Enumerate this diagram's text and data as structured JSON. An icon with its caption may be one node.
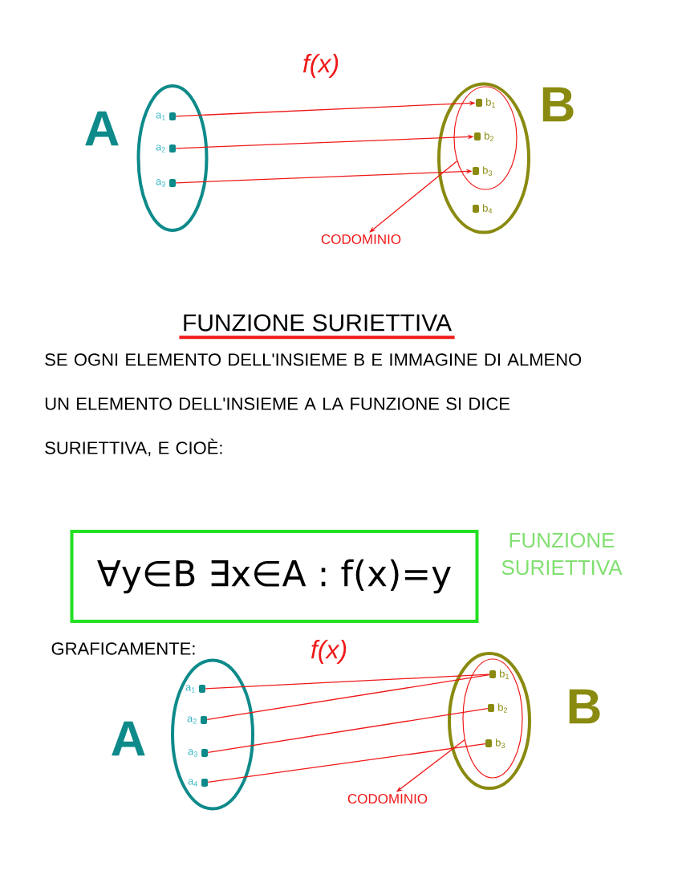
{
  "diagram": {
    "title": "FUNZIONE SURIETTIVA",
    "nodes": [
      {
        "text": [
          "A"
        ]
      },
      {
        "text": [
          "a$_{1}$"
        ],
        "in": 0
      },
      {
        "text": [
          "a$_{2}$"
        ],
        "in": 0
      },
      {
        "text": [
          "a$_{3}$"
        ],
        "in": 0
      },
      {
        "text": [
          "B"
        ]
      },
      {
        "text": [],
        "shape": "ellipse",
        "in": 4
      },
      {
        "text": [
          "b$_{1}$"
        ],
        "in": 5
      },
      {
        "text": [
          "b$_{2}$"
        ],
        "in": 5
      },
      {
        "text": [
          "b$_{3}$"
        ],
        "in": 5
      },
      {
        "text": [
          "b$_{4}$"
        ],
        "in": 4
      },
      {
        "text": [
          "CODOMINIO"
        ]
      },
      {
        "text": [
          "∀y∈B ∃x∈A : f(x)=y"
        ],
        "beside": [
          "FUNZIONE SURIETTIVA"
        ]
      },
      {
        "text": [
          "A"
        ]
      },
      {
        "text": [
          "a$_{1}$"
        ],
        "in": 12
      },
      {
        "text": [
          "a$_{2}$"
        ],
        "in": 12
      },
      {
        "text": [
          "a$_{3}$"
        ],
        "in": 12
      },
      {
        "text": [
          "a$_{4}$"
        ],
        "in": 12
      },
      {
        "text": [
          "B"
        ]
      },
      {
        "text": [],
        "shape": "ellipse",
        "in": 17
      },
      {
        "text": [
          "b$_{1}$"
        ],
        "in": 18
      },
      {
        "text": [
          "b$_{2}$"
        ],
        "in": 18
      },
      {
        "text": [
          "b$_{3}$"
        ],
        "in": 18
      },
      {
        "text": [
          "CODOMINIO"
        ]
      }
    ],
    "edges": [
      {
        "from": 1,
        "to": 6,
        "arrow": "to"
      },
      {
        "from": 2,
        "to": 7,
        "arrow": "to"
      },
      {
        "from": 3,
        "to": 8,
        "arrow": "to"
      },
      {
        "from": 5,
        "to": 10,
        "arrow": "to"
      },
      {
        "from": 13,
        "to": 19,
        "arrow": "none"
      },
      {
        "from": 14,
        "to": 19,
        "arrow": "none"
      },
      {
        "from": 15,
        "to": 20,
        "arrow": "none"
      },
      {
        "from": 16,
        "to": 21,
        "arrow": "none"
      },
      {
        "from": 18,
        "to": 22,
        "arrow": "to"
      }
    ],
    "labels": [
      "f(x)",
      "SE OGNI ELEMENTO DELL'INSIEME B E IMMAGINE DI ALMENO UN ELEMENTO DELL'INSIEME A LA FUNZIONE SI DICE SURIETTIVA, E CIOÈ:",
      "GRAFICAMENTE:",
      "f(x)"
    ]
  }
}
